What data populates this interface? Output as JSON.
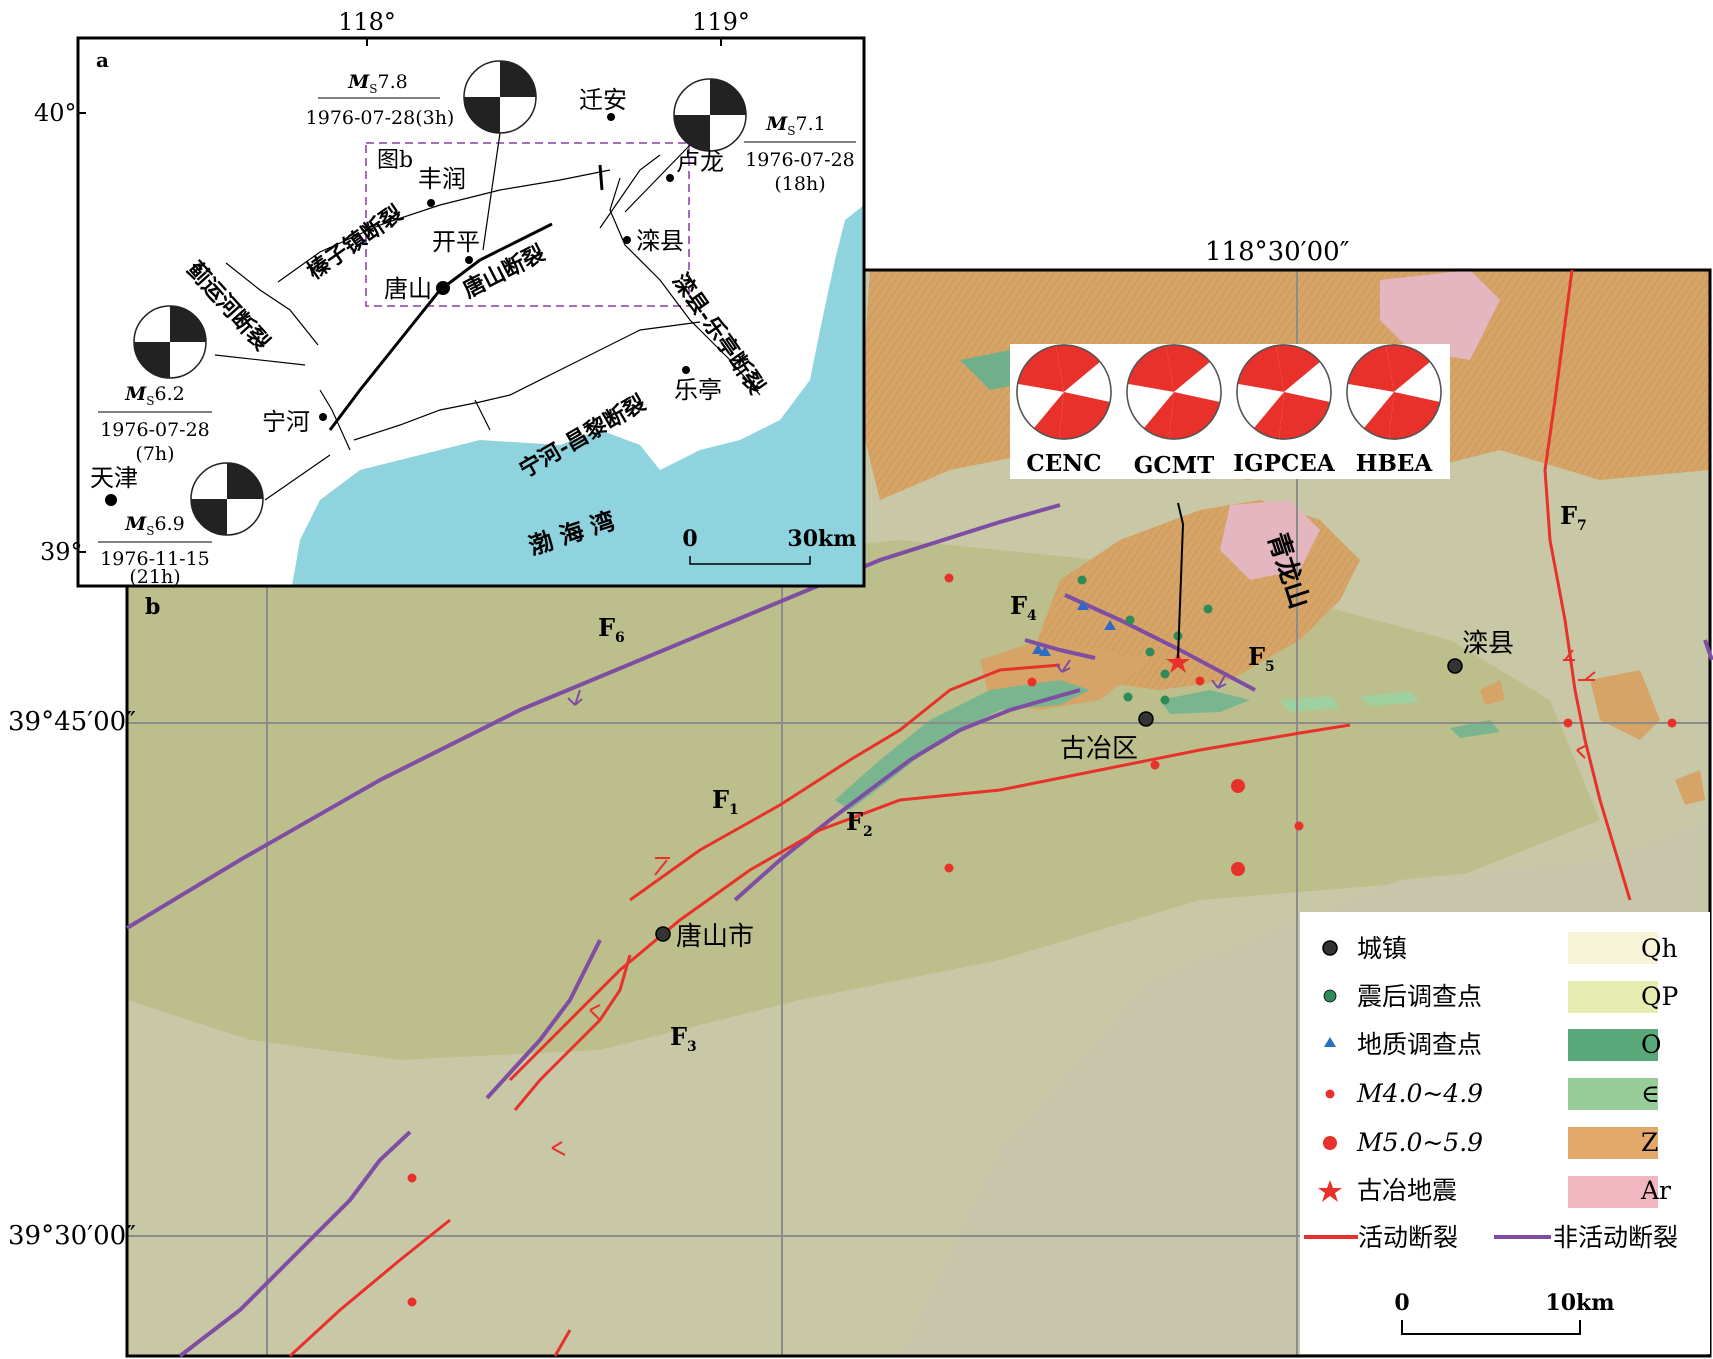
{
  "main_map": {
    "panel_label": "b",
    "lat_labels": [
      "39°45′00″",
      "39°30′00″"
    ],
    "lon_label": "118°30′00″",
    "place_names": {
      "tangshan_city": "唐山市",
      "guye_district": "古冶区",
      "luanxian": "滦县",
      "qinglongshan": "青龙山"
    },
    "fault_labels": {
      "f1": {
        "letter": "F",
        "sub": "1"
      },
      "f2": {
        "letter": "F",
        "sub": "2"
      },
      "f3": {
        "letter": "F",
        "sub": "3"
      },
      "f4": {
        "letter": "F",
        "sub": "4"
      },
      "f5": {
        "letter": "F",
        "sub": "5"
      },
      "f6": {
        "letter": "F",
        "sub": "6"
      },
      "f7": {
        "letter": "F",
        "sub": "7"
      }
    },
    "focal_mechanisms": [
      "CENC",
      "GCMT",
      "IGPCEA",
      "HBEA"
    ],
    "scale": {
      "zero": "0",
      "end": "10km"
    },
    "colors": {
      "active_fault": "#e8312a",
      "inactive_fault": "#7e4ea3",
      "survey_point": "#2e8b57",
      "geo_point": "#2e6bc2",
      "quake": "#e8312a"
    }
  },
  "legend": {
    "items": [
      {
        "label": "城镇",
        "symbol": "town"
      },
      {
        "label": "震后调查点",
        "symbol": "survey"
      },
      {
        "label": "地质调查点",
        "symbol": "geo"
      },
      {
        "label": "M4.0~4.9",
        "symbol": "quake-small"
      },
      {
        "label": "M5.0~5.9",
        "symbol": "quake-large"
      },
      {
        "label": "古冶地震",
        "symbol": "star"
      }
    ],
    "units": [
      {
        "label": "Qh",
        "color": "#f7f3d6"
      },
      {
        "label": "QP",
        "color": "#e6ecb0"
      },
      {
        "label": "O",
        "color": "#5aa87a"
      },
      {
        "label": "∈",
        "color": "#98cc98"
      },
      {
        "label": "Z",
        "color": "#e3a96a"
      },
      {
        "label": "Ar",
        "color": "#f2b6c0"
      }
    ],
    "active_fault": "活动断裂",
    "inactive_fault": "非活动断裂",
    "scale": {
      "zero": "0",
      "end": "10km"
    }
  },
  "inset_map": {
    "panel_label": "a",
    "lon_labels": [
      "118°",
      "119°"
    ],
    "lat_labels": [
      "40°",
      "39°"
    ],
    "places": {
      "qianan": "迁安",
      "lulong": "卢龙",
      "fengrun": "丰润",
      "kaiping": "开平",
      "tangshan": "唐山",
      "luanxian": "滦县",
      "laoting": "乐亭",
      "ninghe": "宁河",
      "tianjin": "天津",
      "bohai": "渤 海 湾",
      "fig_b": "图b"
    },
    "faults": {
      "tangshan": "唐山断裂",
      "zhenzizhen": "榛子镇断裂",
      "jiyunhe": "蓟运河断裂",
      "luanxian_laoting": "滦县-乐亭断裂",
      "ninghe_changli": "宁河-昌黎断裂"
    },
    "quakes": [
      {
        "mag": "7.8",
        "date": "1976-07-28(3h)"
      },
      {
        "mag": "7.1",
        "date": "1976-07-28",
        "time": "(18h)"
      },
      {
        "mag": "6.2",
        "date": "1976-07-28",
        "time": "(7h)"
      },
      {
        "mag": "6.9",
        "date": "1976-11-15",
        "time": "(21h)"
      }
    ],
    "mag_prefix": "M",
    "mag_sub": "S",
    "scale": {
      "zero": "0",
      "end": "30km"
    },
    "sea_color": "#8fd3df"
  }
}
